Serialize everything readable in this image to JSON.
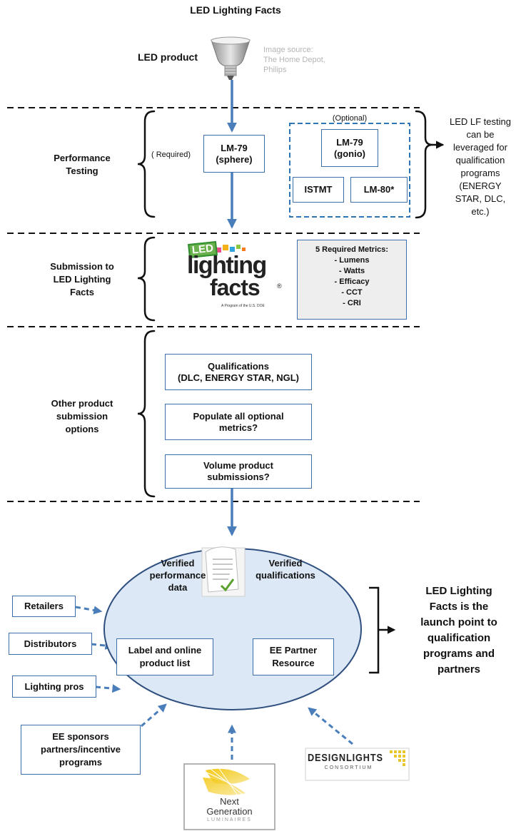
{
  "title": "LED Lighting Facts",
  "led_product": {
    "label": "LED product",
    "image_source": [
      "Image source:",
      "The Home Depot,",
      "Philips"
    ]
  },
  "sections": {
    "performance_testing": [
      "Performance",
      "Testing"
    ],
    "submission": [
      "Submission to",
      "LED Lighting",
      "Facts"
    ],
    "other_options": [
      "Other product",
      "submission",
      "options"
    ]
  },
  "testing": {
    "required_label": "( Required)",
    "sphere": [
      "LM-79",
      "(sphere)"
    ],
    "optional_label": "(Optional)",
    "gonio": [
      "LM-79",
      "(gonio)"
    ],
    "istmt": "ISTMT",
    "lm80": "LM-80*",
    "leverage_note": [
      "LED LF testing",
      "can be",
      "leveraged for",
      "qualification",
      "programs",
      "(ENERGY",
      "STAR, DLC,",
      "etc.)"
    ]
  },
  "lf_logo": {
    "led": "LED",
    "lighting": "lighting",
    "facts": "facts",
    "registered": "®",
    "tagline": "A Program of the U.S. DOE"
  },
  "metrics": {
    "title": "5 Required  Metrics:",
    "items": [
      "- Lumens",
      "- Watts",
      "- Efficacy",
      "- CCT",
      "- CRI"
    ]
  },
  "options": [
    [
      "Qualifications",
      "(DLC, ENERGY STAR, NGL)"
    ],
    [
      "Populate all optional",
      "metrics?"
    ],
    [
      "Volume product",
      "submissions?"
    ]
  ],
  "hub": {
    "verified_perf": [
      "Verified",
      "performance",
      "data"
    ],
    "verified_qual": [
      "Verified",
      "qualifications"
    ],
    "label_list": [
      "Label and online",
      "product list"
    ],
    "ee_partner": [
      "EE Partner",
      "Resource"
    ]
  },
  "stakeholders": {
    "retailers": "Retailers",
    "distributors": "Distributors",
    "lighting_pros": "Lighting pros",
    "ee_sponsors": [
      "EE sponsors",
      "partners/incentive",
      "programs"
    ]
  },
  "launch_note": [
    "LED Lighting",
    "Facts is the",
    "launch point to",
    "qualification",
    "programs and",
    "partners"
  ],
  "ngl_logo": [
    "Next",
    "Generation",
    "LUMINAIRES"
  ],
  "designlights_logo": [
    "DESIGNLIGHTS",
    "CONSORTIUM"
  ],
  "colors": {
    "arrow_blue": "#4a7ebb",
    "box_border": "#3f6fa8",
    "ellipse_fill": "#dce8f5",
    "ellipse_stroke": "#2f4f7f",
    "metrics_fill": "#eeeeee",
    "lf_green": "#2f8f2f"
  }
}
